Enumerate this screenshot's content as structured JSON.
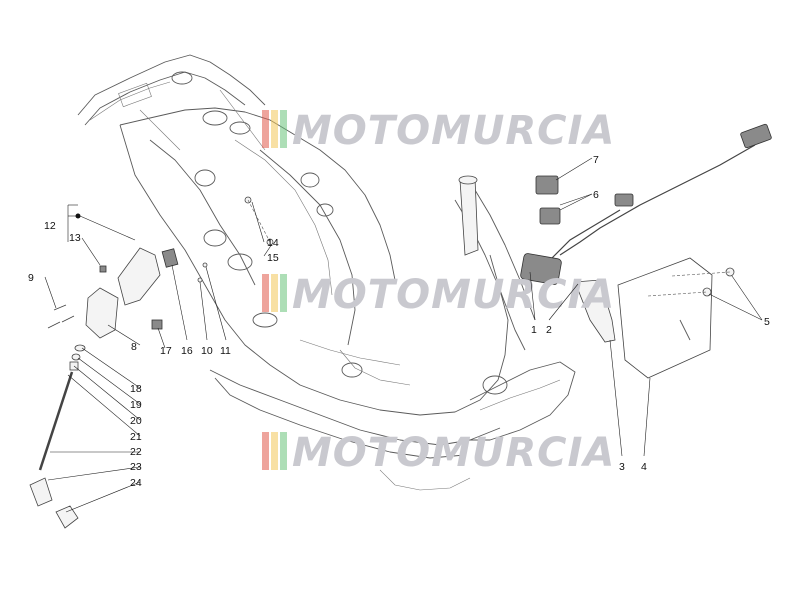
{
  "watermark": {
    "text": "MOTOMURCIA",
    "stripe_colors": [
      "#e05a4a",
      "#f2c65a",
      "#6ac27a"
    ]
  },
  "callouts": [
    {
      "id": "c1",
      "label": "1"
    },
    {
      "id": "c2",
      "label": "2"
    },
    {
      "id": "c3",
      "label": "3"
    },
    {
      "id": "c4",
      "label": "4"
    },
    {
      "id": "c5",
      "label": "5"
    },
    {
      "id": "c6",
      "label": "6"
    },
    {
      "id": "c7",
      "label": "7"
    },
    {
      "id": "c8",
      "label": "8"
    },
    {
      "id": "c9",
      "label": "9"
    },
    {
      "id": "c10",
      "label": "10"
    },
    {
      "id": "c11",
      "label": "11"
    },
    {
      "id": "c12",
      "label": "12"
    },
    {
      "id": "c13",
      "label": "13"
    },
    {
      "id": "c14",
      "label": "14"
    },
    {
      "id": "c15",
      "label": "15"
    },
    {
      "id": "c16",
      "label": "16"
    },
    {
      "id": "c17",
      "label": "17"
    },
    {
      "id": "c18",
      "label": "18"
    },
    {
      "id": "c19",
      "label": "19"
    },
    {
      "id": "c20",
      "label": "20"
    },
    {
      "id": "c21",
      "label": "21"
    },
    {
      "id": "c22",
      "label": "22"
    },
    {
      "id": "c23",
      "label": "23"
    },
    {
      "id": "c24",
      "label": "24"
    }
  ]
}
